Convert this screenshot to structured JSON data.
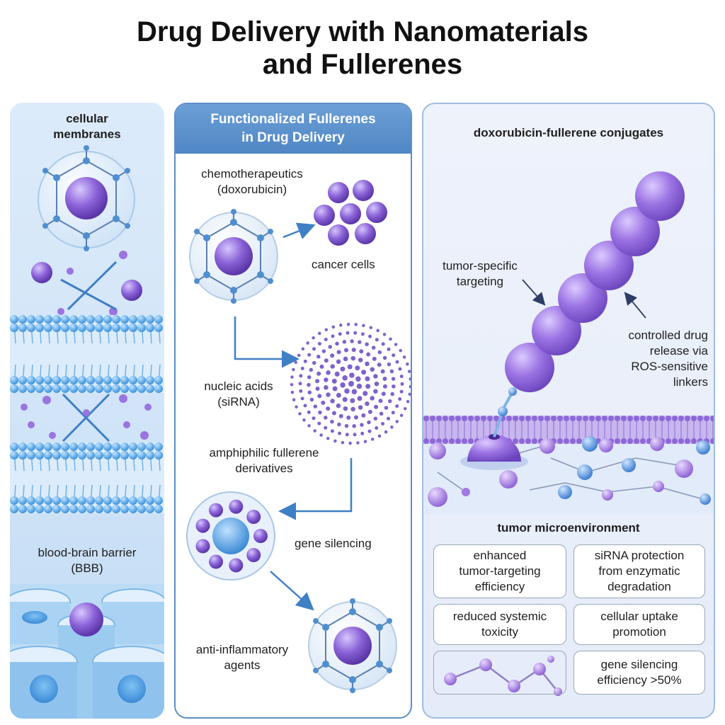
{
  "title": {
    "line1": "Drug Delivery with Nanomaterials",
    "line2": "and Fullerenes"
  },
  "left": {
    "membranes_l1": "cellular",
    "membranes_l2": "membranes",
    "bbb_l1": "blood-brain barrier",
    "bbb_l2": "(BBB)"
  },
  "middle": {
    "header_l1": "Functionalized Fullerenes",
    "header_l2": "in Drug Delivery",
    "chemo_l1": "chemotherapeutics",
    "chemo_l2": "(doxorubicin)",
    "cancer": "cancer cells",
    "nucleic_l1": "nucleic acids",
    "nucleic_l2": "(siRNA)",
    "amph_l1": "amphiphilic fullerene",
    "amph_l2": "derivatives",
    "gene": "gene silencing",
    "anti_l1": "anti-inflammatory",
    "anti_l2": "agents"
  },
  "right": {
    "heading": "doxorubicin-fullerene conjugates",
    "tumor_l1": "tumor-specific",
    "tumor_l2": "targeting",
    "release_l1": "controlled drug",
    "release_l2": "release via",
    "release_l3": "ROS-sensitive",
    "release_l4": "linkers",
    "micro": "tumor microenvironment",
    "boxes": {
      "b1_l1": "enhanced",
      "b1_l2": "tumor-targeting",
      "b1_l3": "efficiency",
      "b2_l1": "siRNA protection",
      "b2_l2": "from enzymatic",
      "b2_l3": "degradation",
      "b3_l1": "reduced systemic",
      "b3_l2": "toxicity",
      "b4_l1": "cellular uptake",
      "b4_l2": "promotion",
      "b5_l1": "gene silencing",
      "b5_l2": "efficiency >50%"
    }
  },
  "colors": {
    "accent_blue": "#4f86c4",
    "purple": "#8b5fd6",
    "membrane_blue": "#58a9e6"
  }
}
